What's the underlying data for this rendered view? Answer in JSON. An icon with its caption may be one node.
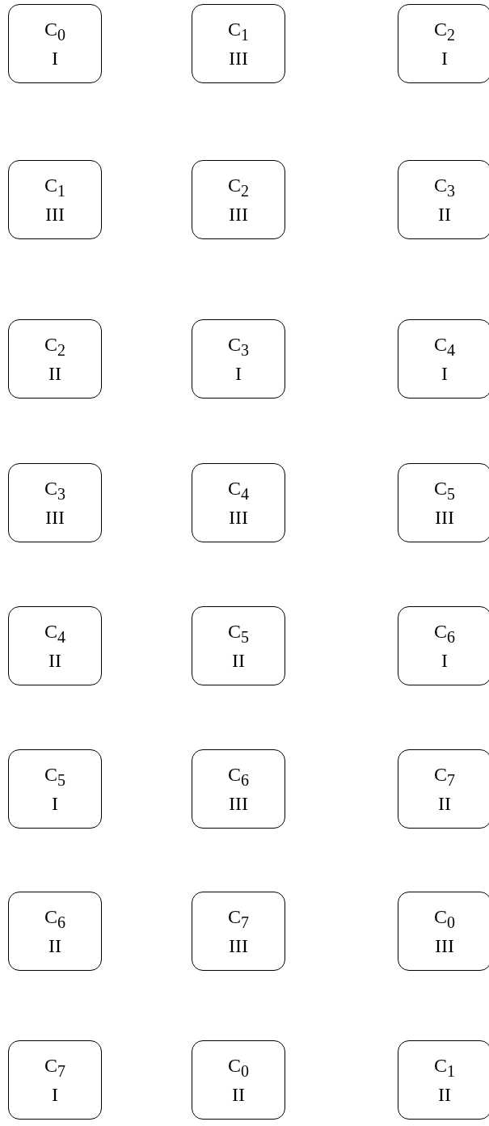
{
  "diagram": {
    "nodes": [
      {
        "text": [
          "C$_{0}$",
          "I"
        ]
      },
      {
        "text": [
          "C$_{1}$",
          "III"
        ]
      },
      {
        "text": [
          "C$_{2}$",
          "I"
        ]
      },
      {
        "text": [
          "C$_{1}$",
          "III"
        ]
      },
      {
        "text": [
          "C$_{2}$",
          "III"
        ]
      },
      {
        "text": [
          "C$_{3}$",
          "II"
        ]
      },
      {
        "text": [
          "C$_{2}$",
          "II"
        ]
      },
      {
        "text": [
          "C$_{3}$",
          "I"
        ]
      },
      {
        "text": [
          "C$_{4}$",
          "I"
        ]
      },
      {
        "text": [
          "C$_{3}$",
          "III"
        ]
      },
      {
        "text": [
          "C$_{4}$",
          "III"
        ]
      },
      {
        "text": [
          "C$_{5}$",
          "III"
        ]
      },
      {
        "text": [
          "C$_{4}$",
          "II"
        ]
      },
      {
        "text": [
          "C$_{5}$",
          "II"
        ]
      },
      {
        "text": [
          "C$_{6}$",
          "I"
        ]
      },
      {
        "text": [
          "C$_{5}$",
          "I"
        ]
      },
      {
        "text": [
          "C$_{6}$",
          "III"
        ]
      },
      {
        "text": [
          "C$_{7}$",
          "II"
        ]
      },
      {
        "text": [
          "C$_{6}$",
          "II"
        ]
      },
      {
        "text": [
          "C$_{7}$",
          "III"
        ]
      },
      {
        "text": [
          "C$_{0}$",
          "III"
        ]
      },
      {
        "text": [
          "C$_{7}$",
          "I"
        ]
      },
      {
        "text": [
          "C$_{0}$",
          "II"
        ]
      },
      {
        "text": [
          "C$_{1}$",
          "II"
        ]
      }
    ]
  }
}
